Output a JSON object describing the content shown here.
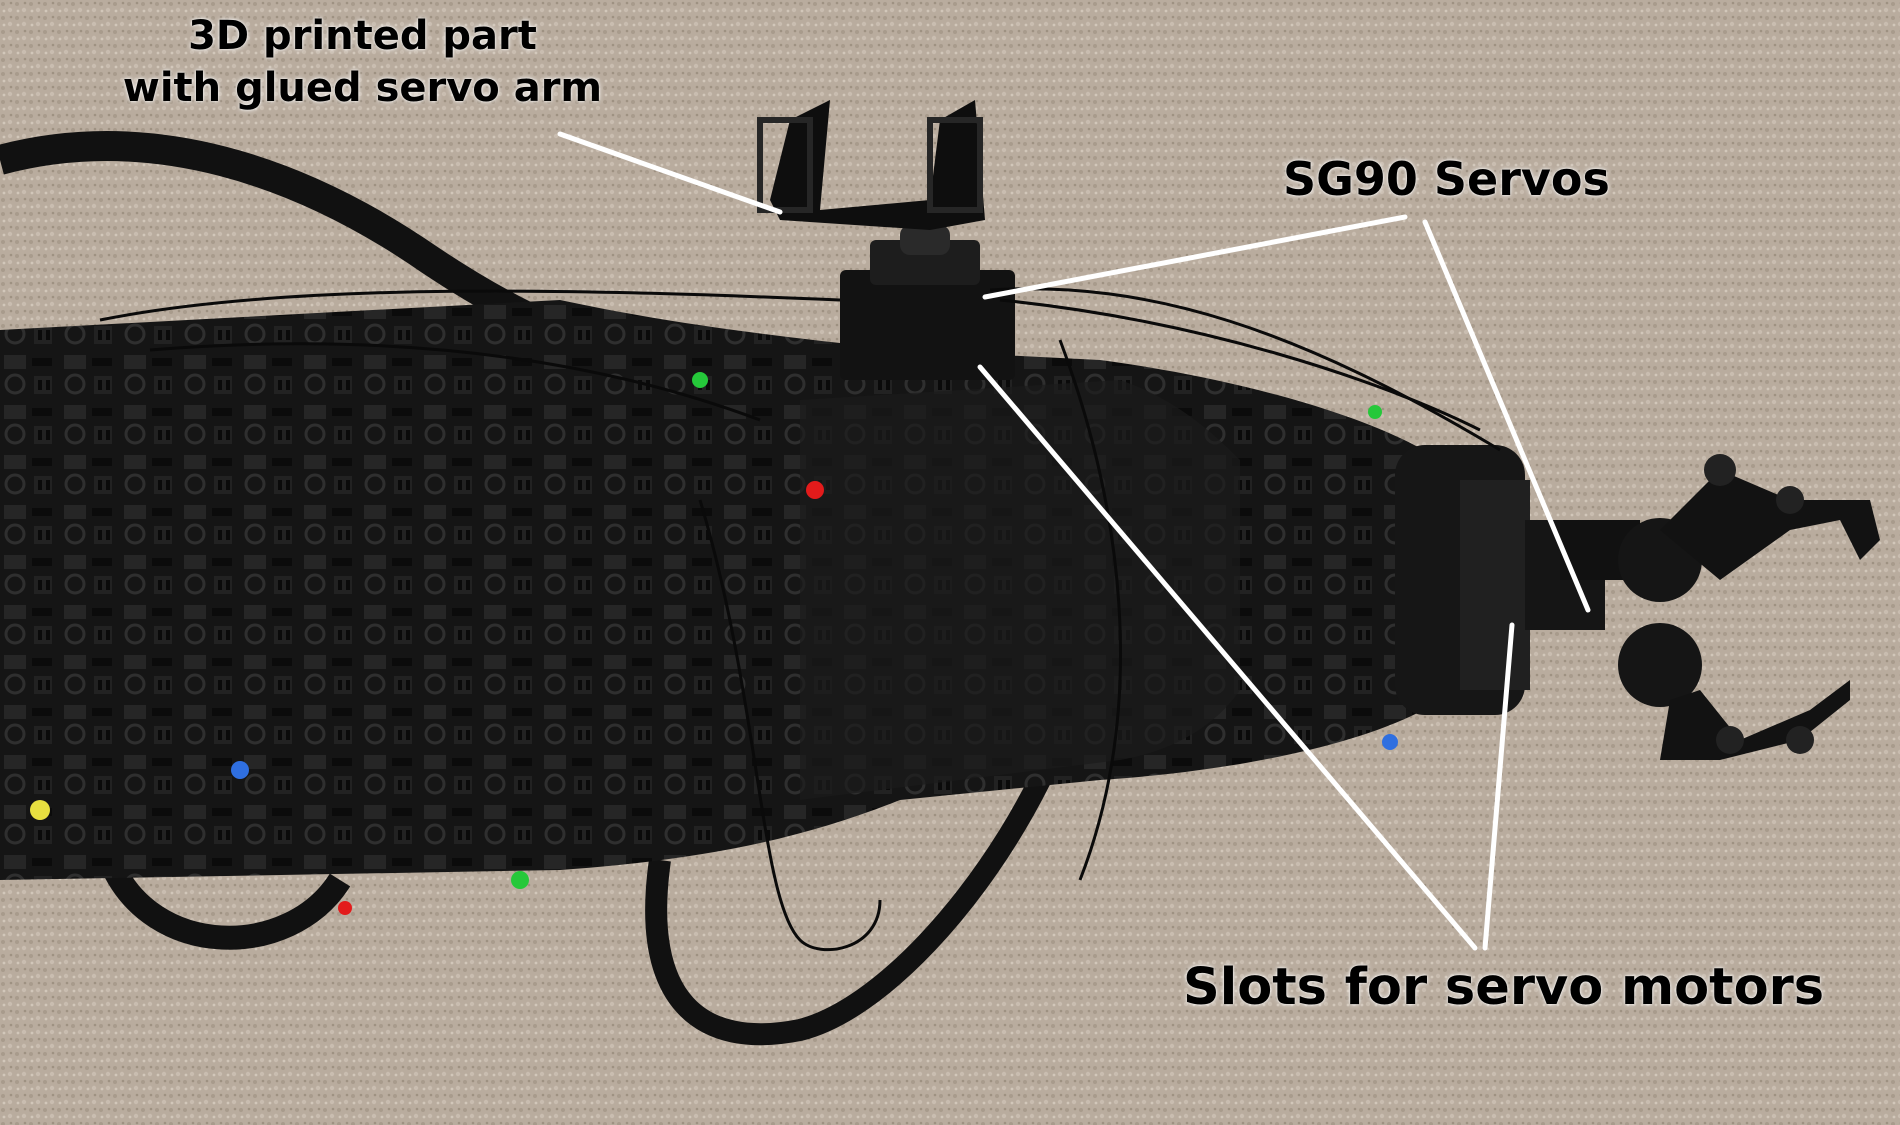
{
  "annotations": {
    "printed_part": {
      "line1": "3D printed part",
      "line2": "with glued servo arm"
    },
    "servos": "SG90 Servos",
    "slots": "Slots for servo motors"
  },
  "colors": {
    "carpet": "#b9ac9e",
    "robot": "#141414",
    "pointer": "#ffffff",
    "text": "#000000"
  }
}
